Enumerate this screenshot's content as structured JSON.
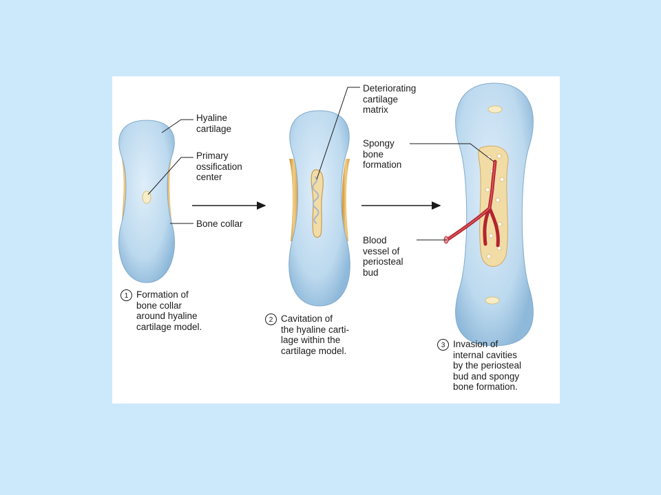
{
  "stages": [
    {
      "number": "1",
      "caption": "Formation of\nbone collar\naround hyaline\ncartilage model."
    },
    {
      "number": "2",
      "caption": "Cavitation of\nthe hyaline carti-\nlage within the\ncartilage model."
    },
    {
      "number": "3",
      "caption": "Invasion of\ninternal cavities\nby the periosteal\nbud and spongy\nbone formation."
    }
  ],
  "labels": {
    "hyaline_cartilage": "Hyaline\ncartilage",
    "primary_ossification_center": "Primary\nossification\ncenter",
    "bone_collar": "Bone collar",
    "deteriorating_cartilage_matrix": "Deteriorating\ncartilage\nmatrix",
    "spongy_bone_formation": "Spongy\nbone\nformation",
    "blood_vessel": "Blood\nvessel of\nperiosteal\nbud"
  },
  "colors": {
    "background": "#cce8fb",
    "panel": "#ffffff",
    "cartilage": "#bcd9ee",
    "bone_collar": "#e2b15c",
    "spongy_bone": "#f2dca6",
    "blood_vessel": "#b3252d",
    "text": "#1a1a1a"
  }
}
